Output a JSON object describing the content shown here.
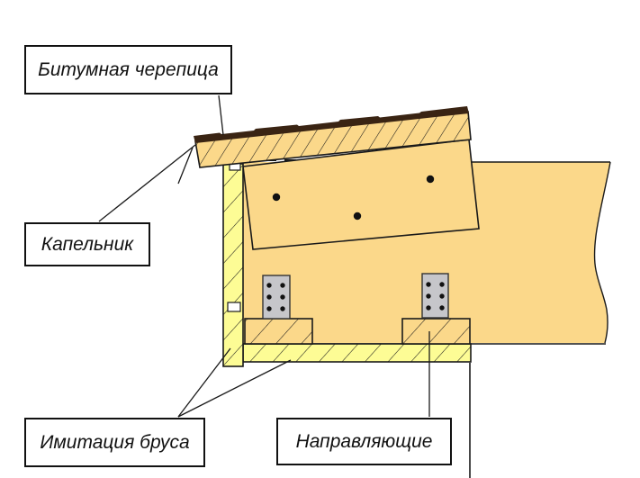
{
  "diagram": {
    "labels": {
      "shingles": "Битумная черепица",
      "drip_edge": "Капельник",
      "timber_imitation": "Имитация бруса",
      "guides": "Направляющие"
    },
    "colors": {
      "background": "#ffffff",
      "wood_light": "#fbd88a",
      "wood_yellow": "#fdfc95",
      "shingle_dark": "#3a2413",
      "bracket_gray": "#c6c6ca",
      "bracket_border": "#333333",
      "line": "#1a1a1a"
    }
  }
}
